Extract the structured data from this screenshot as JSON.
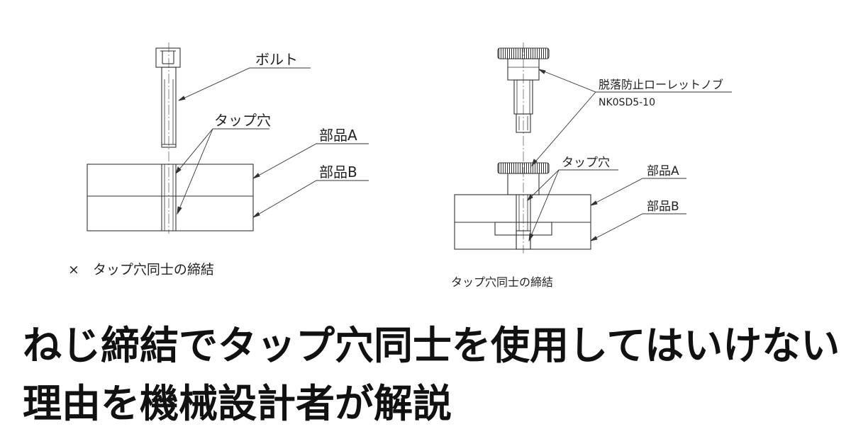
{
  "left_figure": {
    "bolt_label": "ボルト",
    "tap_hole_label": "タップ穴",
    "part_a_label": "部品A",
    "part_b_label": "部品B",
    "caption": "×　タップ穴同士の締結"
  },
  "right_figure": {
    "knob_label": "脱落防止ローレットノブ",
    "knob_part_number": "NK0SD5-10",
    "tap_hole_label": "タップ穴",
    "part_a_label": "部品A",
    "part_b_label": "部品B",
    "caption": "タップ穴同士の締結"
  },
  "title": {
    "line1": "ねじ締結でタップ穴同士を使用してはいけない",
    "line2": "理由を機械設計者が解説"
  },
  "colors": {
    "line": "#333333",
    "text": "#111111",
    "background": "#ffffff"
  }
}
